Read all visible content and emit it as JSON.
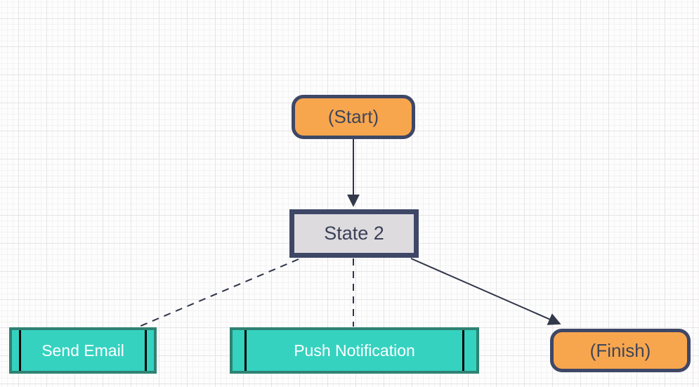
{
  "diagram": {
    "nodes": {
      "start": {
        "label": "(Start)",
        "shape": "rounded-terminator",
        "fill": "#f8a64e",
        "border": "#3e4766",
        "text_color": "#3f4659"
      },
      "state2": {
        "label": "State 2",
        "shape": "process-box",
        "fill": "#dedbdf",
        "border": "#3e4766",
        "text_color": "#3a4157"
      },
      "send_email": {
        "label": "Send Email",
        "shape": "subprocess",
        "fill": "#35d2c0",
        "border": "#2e8273",
        "text_color": "#ffffff"
      },
      "push_notification": {
        "label": "Push Notification",
        "shape": "subprocess",
        "fill": "#35d2c0",
        "border": "#2e8273",
        "text_color": "#ffffff"
      },
      "finish": {
        "label": "(Finish)",
        "shape": "rounded-terminator",
        "fill": "#f8a64e",
        "border": "#3e4766",
        "text_color": "#3f4659"
      }
    },
    "edges": [
      {
        "from": "start",
        "to": "state2",
        "style": "solid",
        "arrowhead": true
      },
      {
        "from": "state2",
        "to": "send_email",
        "style": "dashed",
        "arrowhead": false
      },
      {
        "from": "state2",
        "to": "push_notification",
        "style": "dashed",
        "arrowhead": false
      },
      {
        "from": "state2",
        "to": "finish",
        "style": "solid",
        "arrowhead": true
      }
    ],
    "edge_color": "#2e3448",
    "canvas": {
      "background": "#fdfdfd",
      "grid_minor": "#f4f2f3",
      "grid_major": "#e6e4e6"
    }
  }
}
